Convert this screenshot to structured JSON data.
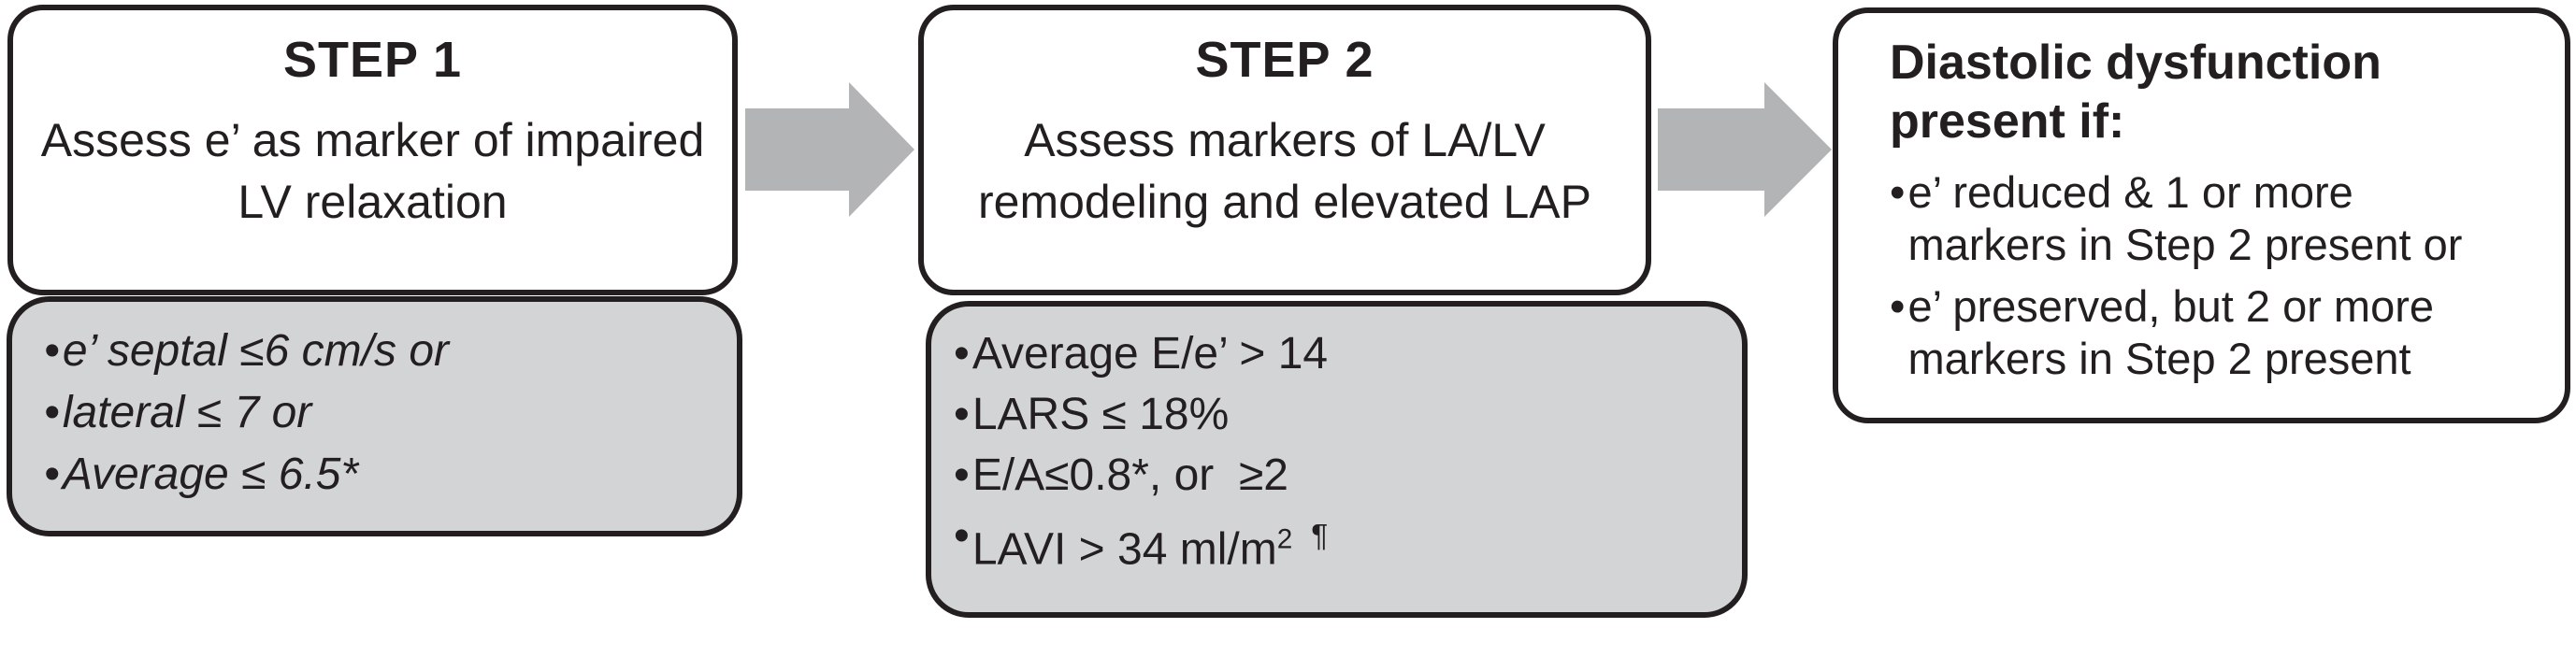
{
  "figure": {
    "bullet": "•",
    "step1": {
      "title": "STEP 1",
      "description": "Assess e’ as marker of impaired LV relaxation",
      "criteria": [
        "e’ septal ≤6 cm/s or",
        "lateral ≤ 7 or",
        "Average ≤ 6.5*"
      ]
    },
    "step2": {
      "title": "STEP 2",
      "description": "Assess markers of LA/LV remodeling and elevated LAP",
      "criteria": [
        "Average E/e’ > 14",
        "LARS ≤ 18%",
        "E/A≤0.8*, or  ≥2"
      ],
      "lavi_prefix": "LAVI > 34 ml/m",
      "lavi_sup": "2",
      "lavi_symbol": "¶"
    },
    "conclusion": {
      "title": "Diastolic dysfunction present if:",
      "criteria": [
        "e’ reduced & 1 or more markers in Step 2 present or",
        "e’ preserved, but 2 or more markers in Step 2 present"
      ]
    },
    "colors": {
      "step_box_fill": "#ffffff",
      "criteria_box_fill": "#d3d4d6",
      "arrow_fill": "#b3b4b6",
      "border": "#231f20",
      "text": "#231f20"
    }
  }
}
